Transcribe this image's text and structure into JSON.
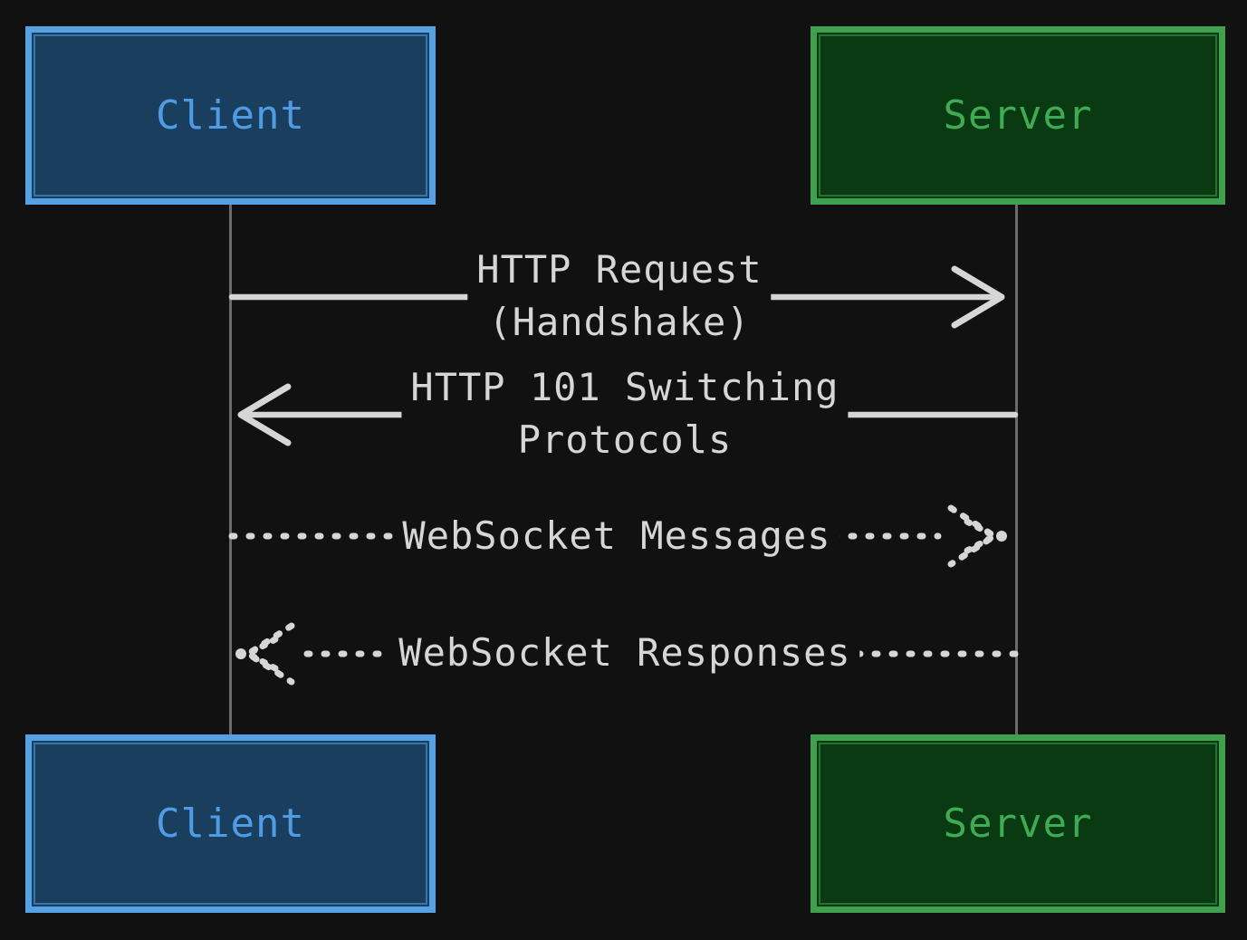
{
  "diagram": {
    "type": "sequence-diagram",
    "title_hint": "WebSocket handshake flow",
    "background_color": "#111111",
    "lifeline_color": "#6b6b6b",
    "message_color": "#d6d6d6",
    "actors": [
      {
        "id": "client",
        "label": "Client",
        "fill": "#1a3f5e",
        "border_color": "#55a1e3",
        "text_color": "#4f9ce4"
      },
      {
        "id": "server",
        "label": "Server",
        "fill": "#0a3a12",
        "border_color": "#3fa04e",
        "text_color": "#3fab55"
      }
    ],
    "messages": [
      {
        "from": "Client",
        "to": "Server",
        "line_style": "solid",
        "arrowhead": "open",
        "line1": "HTTP Request",
        "line2": "(Handshake)"
      },
      {
        "from": "Server",
        "to": "Client",
        "line_style": "solid",
        "arrowhead": "open",
        "line1": "HTTP 101 Switching",
        "line2": "Protocols"
      },
      {
        "from": "Client",
        "to": "Server",
        "line_style": "dotted",
        "arrowhead": "open-dotted",
        "line1": "WebSocket Messages",
        "line2": ""
      },
      {
        "from": "Server",
        "to": "Client",
        "line_style": "dotted",
        "arrowhead": "open-dotted",
        "line1": "WebSocket Responses",
        "line2": ""
      }
    ]
  }
}
